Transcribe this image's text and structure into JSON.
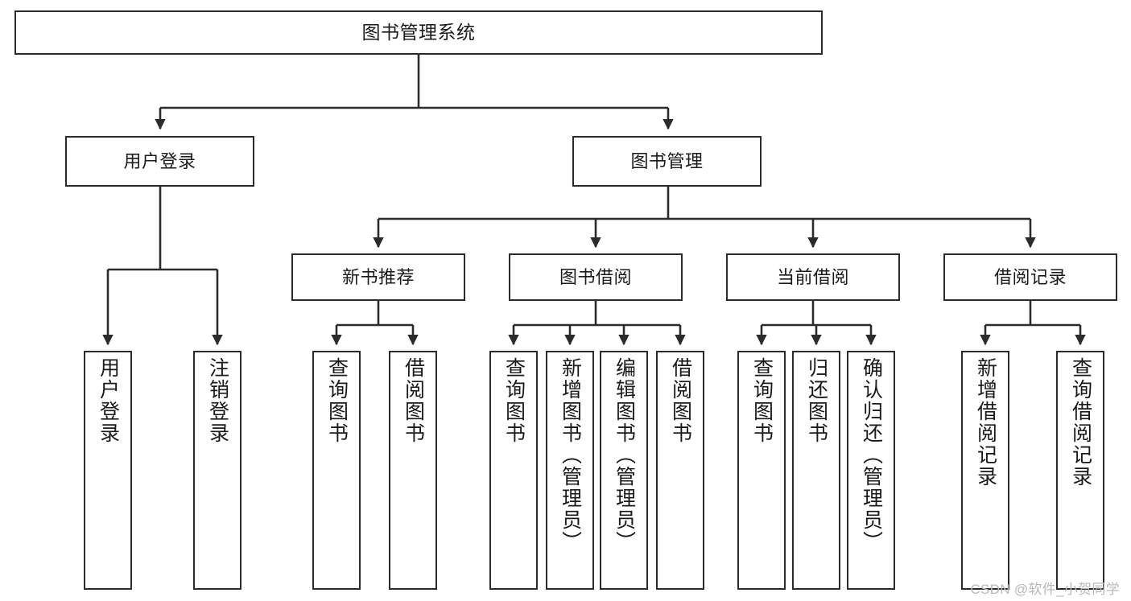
{
  "diagram": {
    "type": "tree-hierarchy",
    "title": "图书管理系统",
    "orientation": "top-down",
    "colors": {
      "node_border": "#2b2b2b",
      "node_fill": "#ffffff",
      "edge": "#2b2b2b",
      "text": "#1a1a1a",
      "watermark": "#b9b9b9"
    },
    "watermark": "CSDN @软件_小贺同学",
    "nodes": {
      "root": {
        "label": "图书管理系统"
      },
      "level2": [
        {
          "id": "user-login",
          "label": "用户登录"
        },
        {
          "id": "book-manage",
          "label": "图书管理"
        }
      ],
      "level3": [
        {
          "id": "new-book-recommend",
          "label": "新书推荐"
        },
        {
          "id": "book-borrow",
          "label": "图书借阅"
        },
        {
          "id": "current-borrow",
          "label": "当前借阅"
        },
        {
          "id": "borrow-record",
          "label": "借阅记录"
        }
      ],
      "leaves": [
        {
          "id": "leaf-user-login",
          "label": "用户登录",
          "parent": "user-login"
        },
        {
          "id": "leaf-user-logout",
          "label": "注销登录",
          "parent": "user-login"
        },
        {
          "id": "leaf-query-book-1",
          "label": "查询图书",
          "parent": "new-book-recommend"
        },
        {
          "id": "leaf-borrow-book-1",
          "label": "借阅图书",
          "parent": "new-book-recommend"
        },
        {
          "id": "leaf-query-book-2",
          "label": "查询图书",
          "parent": "book-borrow"
        },
        {
          "id": "leaf-add-book",
          "label": "新增图书（管理员）",
          "parent": "book-borrow"
        },
        {
          "id": "leaf-edit-book",
          "label": "编辑图书（管理员）",
          "parent": "book-borrow"
        },
        {
          "id": "leaf-borrow-book-2",
          "label": "借阅图书",
          "parent": "book-borrow"
        },
        {
          "id": "leaf-query-book-3",
          "label": "查询图书",
          "parent": "current-borrow"
        },
        {
          "id": "leaf-return-book",
          "label": "归还图书",
          "parent": "current-borrow"
        },
        {
          "id": "leaf-confirm-return",
          "label": "确认归还（管理员）",
          "parent": "current-borrow"
        },
        {
          "id": "leaf-add-record",
          "label": "新增借阅记录",
          "parent": "borrow-record"
        },
        {
          "id": "leaf-query-record",
          "label": "查询借阅记录",
          "parent": "borrow-record"
        }
      ]
    }
  }
}
